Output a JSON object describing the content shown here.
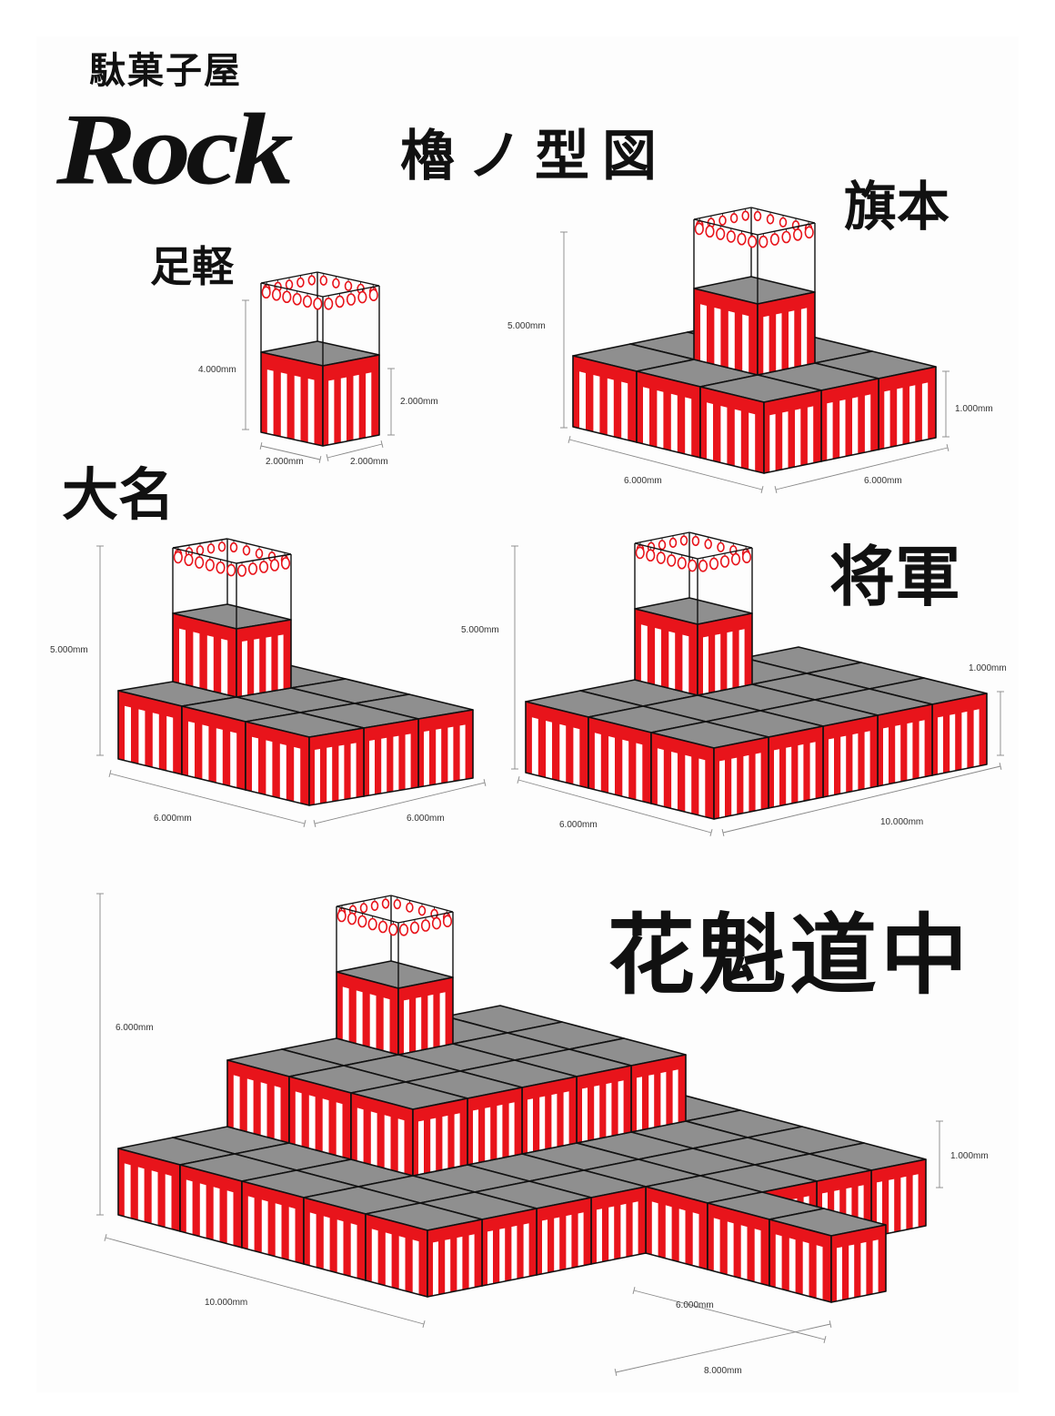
{
  "logo": {
    "sub": "駄菓子屋",
    "main": "Rock"
  },
  "title": "櫓ノ型図",
  "colors": {
    "curtain_red": "#e8141b",
    "stripe_white": "#ffffff",
    "top_gray": "#8f8f8f",
    "outline": "#111111",
    "dim_line": "#888888"
  },
  "diagrams": [
    {
      "id": "ashigaru",
      "name": "足軽",
      "dims": [
        "4.000mm",
        "2.000mm",
        "2.000mm",
        "2.000mm"
      ]
    },
    {
      "id": "hatamoto",
      "name": "旗本",
      "dims": [
        "5.000mm",
        "1.000mm",
        "6.000mm",
        "6.000mm"
      ]
    },
    {
      "id": "daimyo",
      "name": "大名",
      "dims": [
        "5.000mm",
        "6.000mm",
        "6.000mm"
      ]
    },
    {
      "id": "shogun",
      "name": "将軍",
      "dims": [
        "5.000mm",
        "1.000mm",
        "6.000mm",
        "10.000mm"
      ]
    },
    {
      "id": "oiran",
      "name": "花魁道中",
      "dims": [
        "6.000mm",
        "1.000mm",
        "10.000mm",
        "6.000mm",
        "8.000mm"
      ]
    }
  ]
}
